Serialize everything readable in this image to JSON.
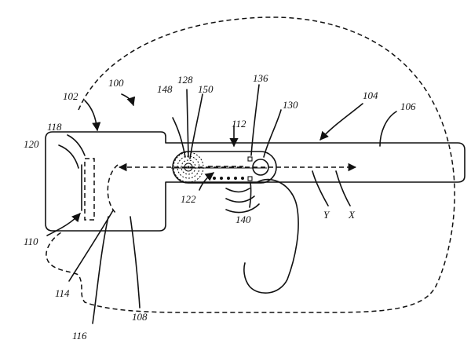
{
  "labels": {
    "n100": "100",
    "n102": "102",
    "n104": "104",
    "n106": "106",
    "n108": "108",
    "n110": "110",
    "n112": "112",
    "n114": "114",
    "n116": "116",
    "n118": "118",
    "n120": "120",
    "n122": "122",
    "n128": "128",
    "n130": "130",
    "n136": "136",
    "n140": "140",
    "n148": "148",
    "n150": "150",
    "axisX": "X",
    "axisY": "Y"
  }
}
